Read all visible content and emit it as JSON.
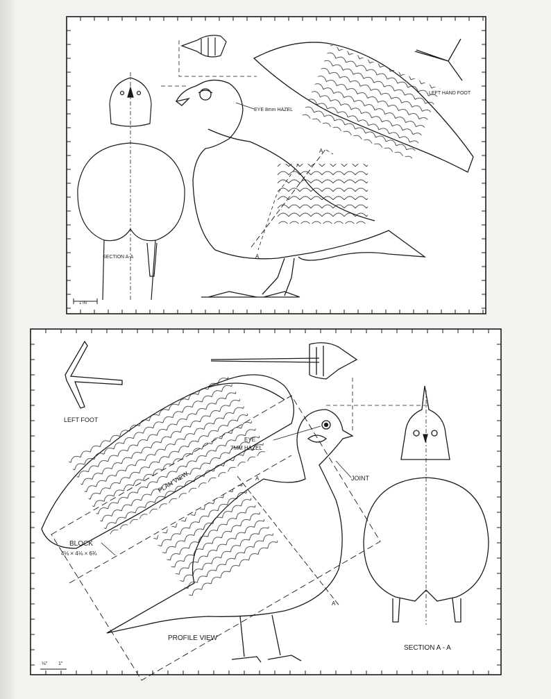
{
  "plate1": {
    "labels": {
      "eye": "EYE 8mm HAZEL",
      "left_hand_foot": "LEFT HAND FOOT",
      "section": "SECTION A-A",
      "section_marker_top": "A",
      "section_marker_bottom": "A",
      "scale": "1 IN"
    }
  },
  "plate2": {
    "labels": {
      "left_foot": "LEFT FOOT",
      "eye_line1": "EYE",
      "eye_line2": "7MM HAZEL",
      "joint": "JOINT",
      "plan_view": "PLAN VIEW",
      "block": "BLOCK",
      "block_dims": "4⅛ × 4⅛ × 6¾",
      "profile_view": "PROFILE VIEW",
      "section": "SECTION A - A",
      "section_marker_top": "A",
      "section_marker_bottom": "A",
      "scale_half": "½\"",
      "scale_one": "1\""
    }
  },
  "colors": {
    "ink": "#1a1a1a",
    "paper": "#f3f3ef",
    "plate": "#ffffff"
  }
}
